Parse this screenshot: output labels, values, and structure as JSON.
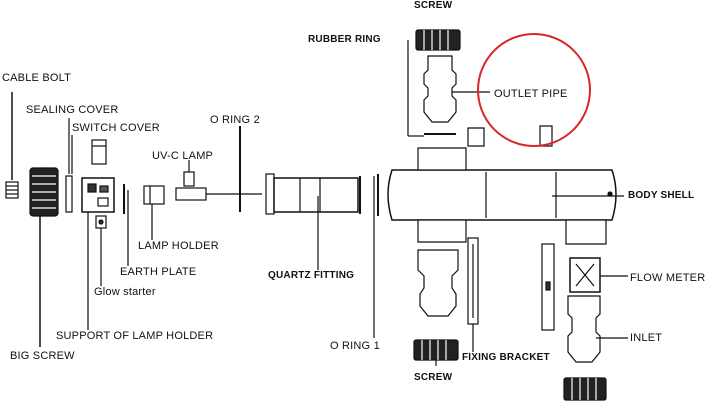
{
  "labels": {
    "screw_top": "SCREW",
    "rubber_ring": "RUBBER RING",
    "outlet_pipe": "OUTLET PIPE",
    "cable_bolt": "CABLE BOLT",
    "sealing_cover": "SEALING COVER",
    "switch_cover": "SWITCH COVER",
    "o_ring_2": "O RING 2",
    "uvc_lamp": "UV-C LAMP",
    "body_shell": "BODY SHELL",
    "lamp_holder": "LAMP HOLDER",
    "earth_plate": "EARTH PLATE",
    "quartz_fitting": "QUARTZ FITTING",
    "glow_starter": "Glow starter",
    "flow_meter": "FLOW METER",
    "support_lamp_holder": "SUPPORT OF LAMP HOLDER",
    "inlet": "INLET",
    "o_ring_1": "O RING 1",
    "big_screw": "BIG SCREW",
    "fixing_bracket": "FIXING BRACKET",
    "screw_bottom": "SCREW"
  },
  "colors": {
    "line": "#111111",
    "highlight_circle": "#d9262c",
    "background": "#ffffff"
  }
}
